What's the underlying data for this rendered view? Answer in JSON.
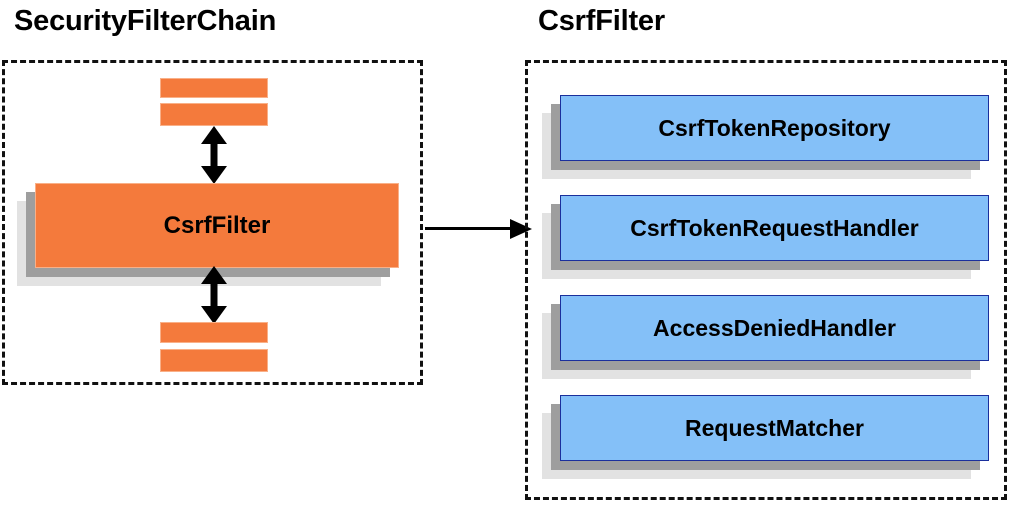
{
  "diagram": {
    "type": "component-diagram",
    "background_color": "#ffffff",
    "palette": {
      "orange": "#f47a3c",
      "orange_border": "#f9b088",
      "blue": "#84c0f8",
      "blue_border": "#1b2f9c",
      "shadow_near": "#9e9e9e",
      "shadow_far": "#e2e2e2",
      "outline": "#111111",
      "text": "#000000"
    },
    "left_panel": {
      "title": "SecurityFilterChain",
      "border_style": "dashed",
      "top_filter_bars": [
        "",
        ""
      ],
      "main_component": {
        "label": "CsrfFilter",
        "fill": "#f47a3c"
      },
      "bottom_filter_bars": [
        "",
        ""
      ],
      "arrow_up_name": "double-headed-vertical-arrow",
      "arrow_down_name": "double-headed-vertical-arrow"
    },
    "connector": {
      "name": "arrow-left-panel-to-right-panel",
      "direction": "right",
      "style": "solid-single-head"
    },
    "right_panel": {
      "title": "CsrfFilter",
      "border_style": "dashed",
      "collaborators": [
        {
          "label": "CsrfTokenRepository"
        },
        {
          "label": "CsrfTokenRequestHandler"
        },
        {
          "label": "AccessDeniedHandler"
        },
        {
          "label": "RequestMatcher"
        }
      ]
    }
  }
}
